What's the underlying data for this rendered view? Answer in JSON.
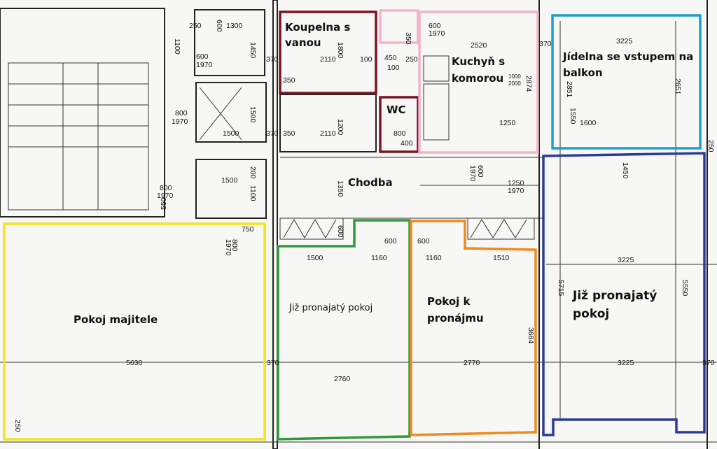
{
  "colors": {
    "bathroom": "#7a1424",
    "kitchen": "#f2b3c6",
    "dining": "#1c9ecf",
    "rented_right": "#2b3a9c",
    "owner": "#f4e41e",
    "rented_mid": "#2e9a3a",
    "for_rent": "#ef8a1e"
  },
  "rooms": {
    "bathroom": {
      "line1": "Koupelna s",
      "line2": "vanou"
    },
    "wc": "WC",
    "kitchen": {
      "line1": "Kuchyň s",
      "line2": "komorou"
    },
    "dining": {
      "line1": "Jídelna se vstupem na",
      "line2": "balkon"
    },
    "corridor": "Chodba",
    "owner": "Pokoj majitele",
    "rented_mid": "Již pronajatý pokoj",
    "for_rent": {
      "line1": "Pokoj k",
      "line2": "pronájmu"
    },
    "rented_right": {
      "line1": "Již pronajatý",
      "line2": "pokoj"
    }
  },
  "dims": [
    "1100",
    "250",
    "600",
    "1300",
    "1450",
    "600",
    "1970",
    "370",
    "2110",
    "1800",
    "100",
    "350",
    "450",
    "100",
    "250",
    "350",
    "600",
    "1970",
    "2520",
    "1000",
    "2000",
    "2874",
    "370",
    "3225",
    "2851",
    "2651",
    "1550",
    "1600",
    "1250",
    "800",
    "1970",
    "1500",
    "1500",
    "370",
    "350",
    "2110",
    "1200",
    "800",
    "400",
    "1500",
    "200",
    "1100",
    "550",
    "800",
    "1970",
    "1350",
    "1250",
    "1970",
    "1450",
    "750",
    "800",
    "1970",
    "600",
    "600",
    "600",
    "1500",
    "1160",
    "1160",
    "1510",
    "3225",
    "5715",
    "5550",
    "3684",
    "5630",
    "2760",
    "2770",
    "3225",
    "370",
    "370",
    "250",
    "250",
    "1970",
    "600"
  ]
}
